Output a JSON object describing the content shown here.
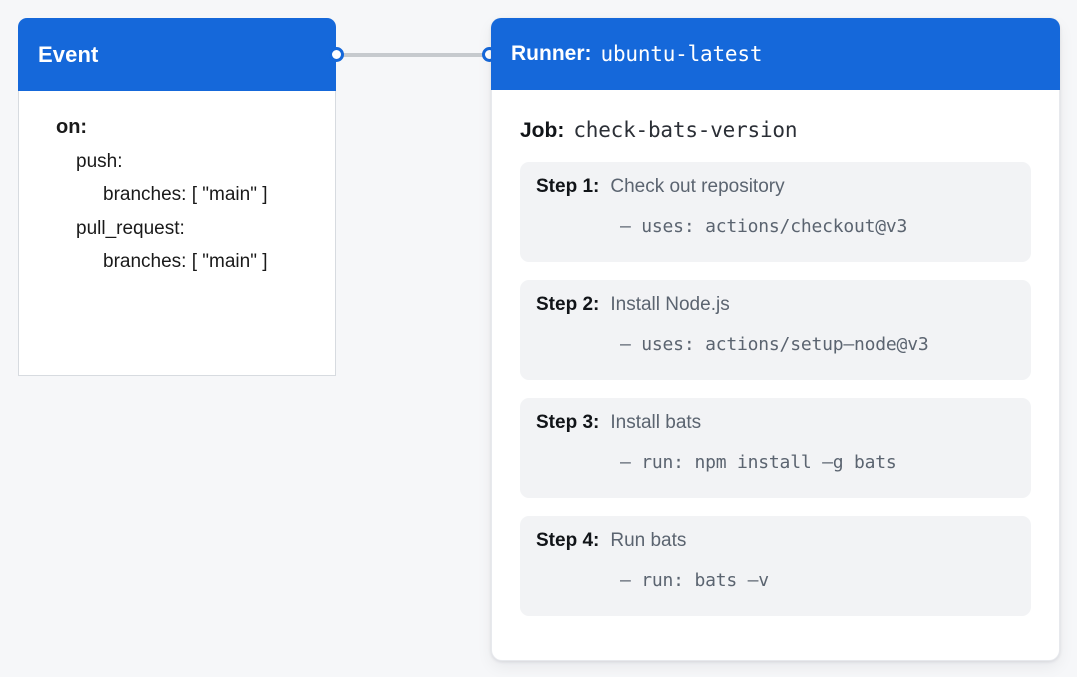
{
  "theme": {
    "background": "#f6f7f9",
    "accent": "#1568da",
    "card_bg": "#f2f3f5",
    "panel_bg": "#ffffff",
    "connector": "#c6cace",
    "text_primary": "#111418",
    "text_muted": "#5b6470"
  },
  "event_node": {
    "header_title": "Event",
    "yaml": [
      {
        "indent": 0,
        "text": "on:"
      },
      {
        "indent": 1,
        "text": "push:"
      },
      {
        "indent": 2,
        "text": "branches: [ \"main\" ]"
      },
      {
        "indent": 1,
        "text": "pull_request:"
      },
      {
        "indent": 2,
        "text": "branches: [ \"main\" ]"
      }
    ]
  },
  "connector": {
    "out_port_name": "event-output-port",
    "in_port_name": "runner-input-port"
  },
  "runner_node": {
    "header_label": "Runner:",
    "header_value": "ubuntu-latest",
    "job_label": "Job:",
    "job_value": "check-bats-version",
    "steps": [
      {
        "index": "Step 1:",
        "title": "Check out repository",
        "command": "– uses: actions/checkout@v3"
      },
      {
        "index": "Step 2:",
        "title": "Install Node.js",
        "command": "– uses: actions/setup–node@v3"
      },
      {
        "index": "Step 3:",
        "title": "Install bats",
        "command": "– run: npm install –g bats"
      },
      {
        "index": "Step 4:",
        "title": "Run bats",
        "command": "– run: bats –v"
      }
    ]
  }
}
